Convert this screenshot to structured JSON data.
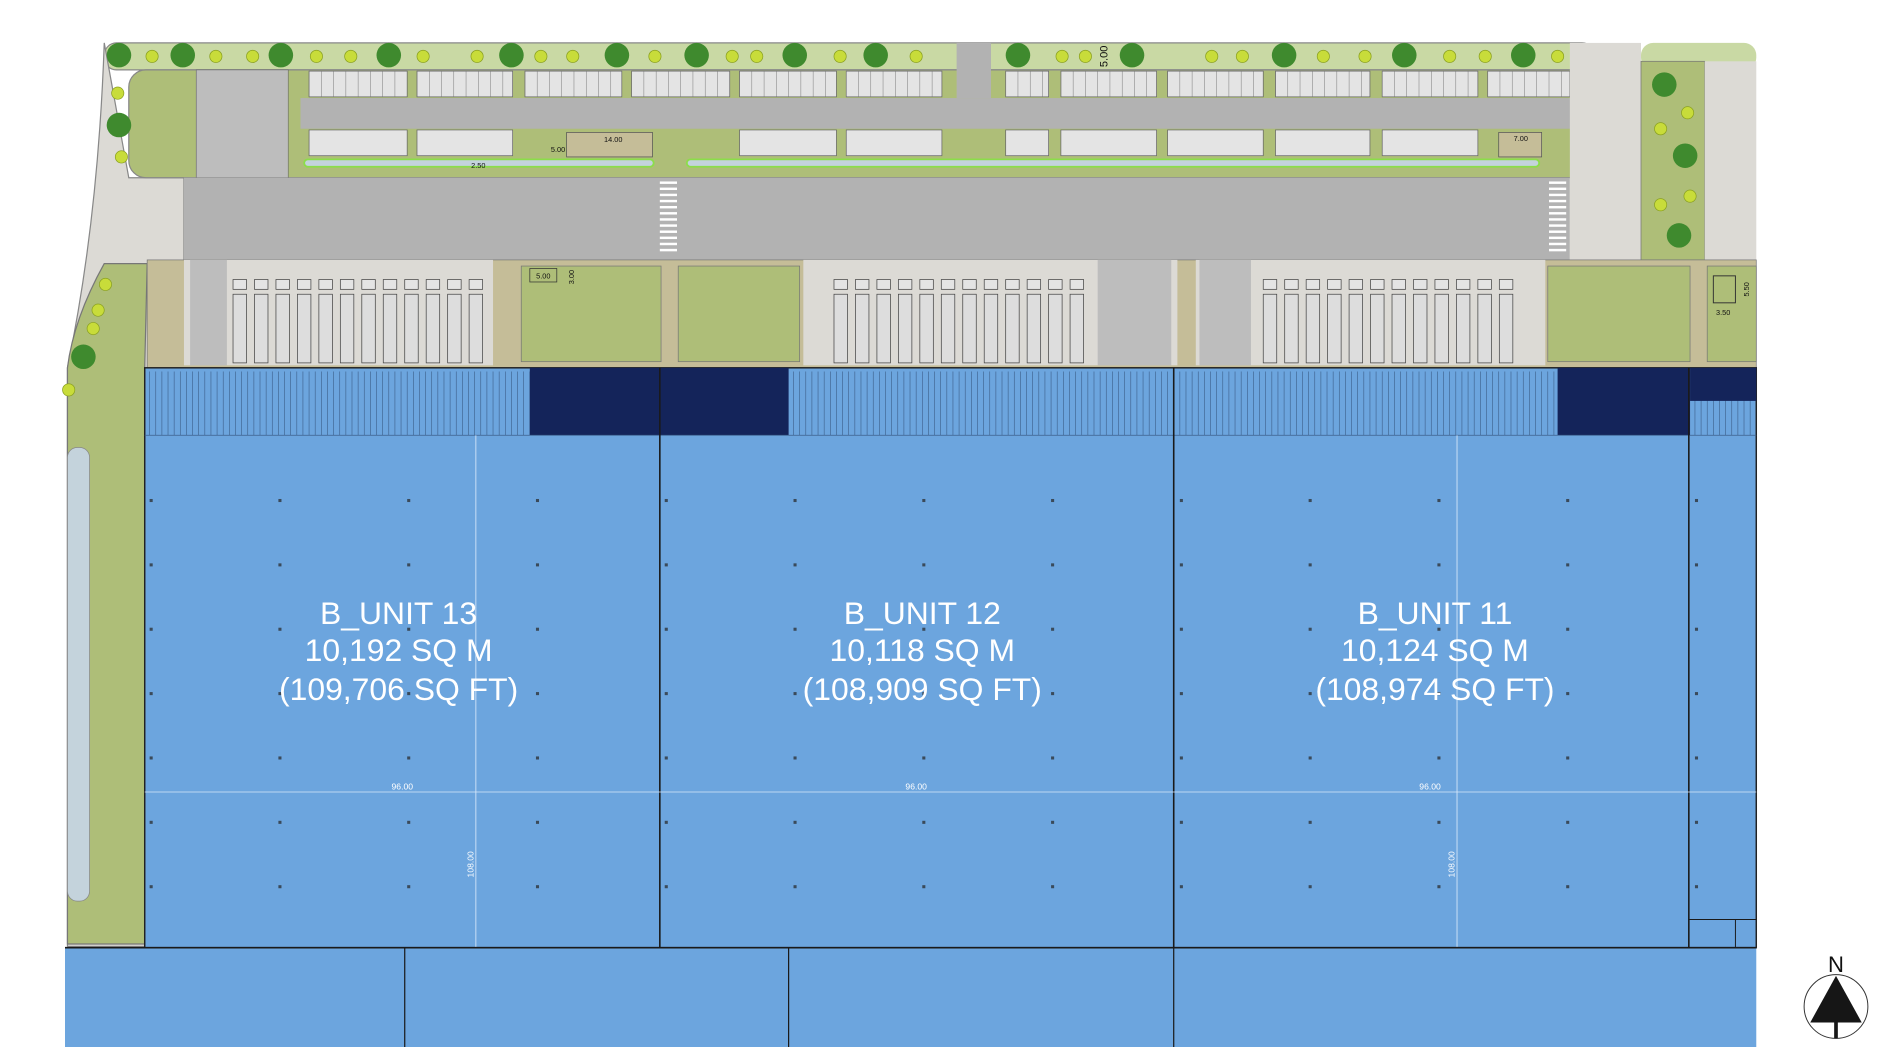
{
  "units": [
    {
      "name": "B_UNIT 13",
      "area_sqm": "10,192 SQ M",
      "area_sqft": "(109,706 SQ FT)"
    },
    {
      "name": "B_UNIT 12",
      "area_sqm": "10,118 SQ M",
      "area_sqft": "(108,909 SQ FT)"
    },
    {
      "name": "B_UNIT 11",
      "area_sqm": "10,124 SQ M",
      "area_sqft": "(108,974 SQ FT)"
    }
  ],
  "dimensions": {
    "unit_width": "96.00",
    "unit_depth": "108.00",
    "top_setback": "5.00",
    "bike_shelter": "14.00",
    "stall_depth": "5.00",
    "path_width": "2.50",
    "bin_width": "5.00",
    "bin_depth": "3.00",
    "shelter_right": "7.00",
    "kiosk_w": "3.50",
    "kiosk_d": "5.50"
  },
  "north_arrow": {
    "label": "N"
  },
  "colors": {
    "building": "#6CA5DE",
    "dock_dark": "#14245A",
    "grass": "#AEBE78",
    "grass_light": "#C9D9A4",
    "road": "#B2B2B2",
    "paving": "#DCDAD5",
    "yard": "#C5BD98",
    "tree_dark": "#3F8A2E",
    "tree_light": "#C8DC3A"
  }
}
